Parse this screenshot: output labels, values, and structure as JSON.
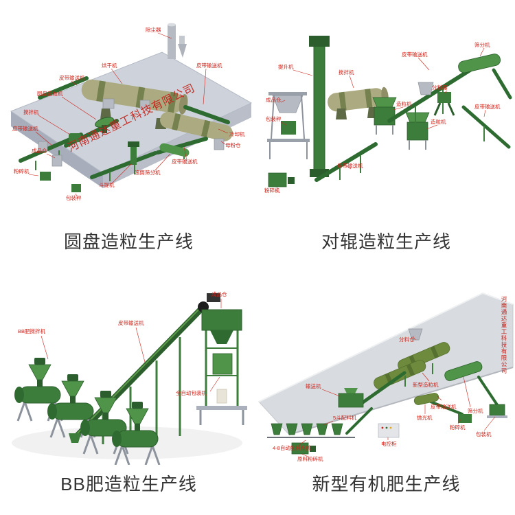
{
  "watermark": "河南通达重工科技有限公司",
  "colors": {
    "label_red": "#cf2117",
    "machine_green": "#3c7d3b",
    "drum_olive": "#abaa80",
    "platform_gray": "#cdd2db",
    "caption_text": "#333333"
  },
  "panels": [
    {
      "caption": "圆盘造粒生产线",
      "labels": [
        "除尘器",
        "烘干机",
        "皮带输送机",
        "圆盘造粒机",
        "搅拌机",
        "皮带输送机",
        "成品仓",
        "粉碎机",
        "包装秤",
        "斗提机",
        "滚筒筛分机",
        "皮带输送机",
        "冷却机",
        "母粉仓",
        "皮带输送机"
      ]
    },
    {
      "caption": "对辊造粒生产线",
      "labels": [
        "提升机",
        "搅拌机",
        "皮带输送机",
        "筛分机",
        "分料器",
        "皮带输送机",
        "成品仓",
        "包装秤",
        "造粒机",
        "造粒机",
        "皮带输送机",
        "粉碎机"
      ]
    },
    {
      "caption": "BB肥造粒生产线",
      "labels": [
        "BB肥搅拌机",
        "皮带输送机",
        "成品仓",
        "全自动包装机"
      ]
    },
    {
      "caption": "新型有机肥生产线",
      "labels": [
        "分料仓",
        "输送机",
        "新型造粒机",
        "皮带输送机",
        "筛分机",
        "包装机",
        "粉碎机",
        "抛光机",
        "电控柜",
        "5斗配料机",
        "4-8自动配料系统",
        "原料粉碎机"
      ]
    }
  ]
}
